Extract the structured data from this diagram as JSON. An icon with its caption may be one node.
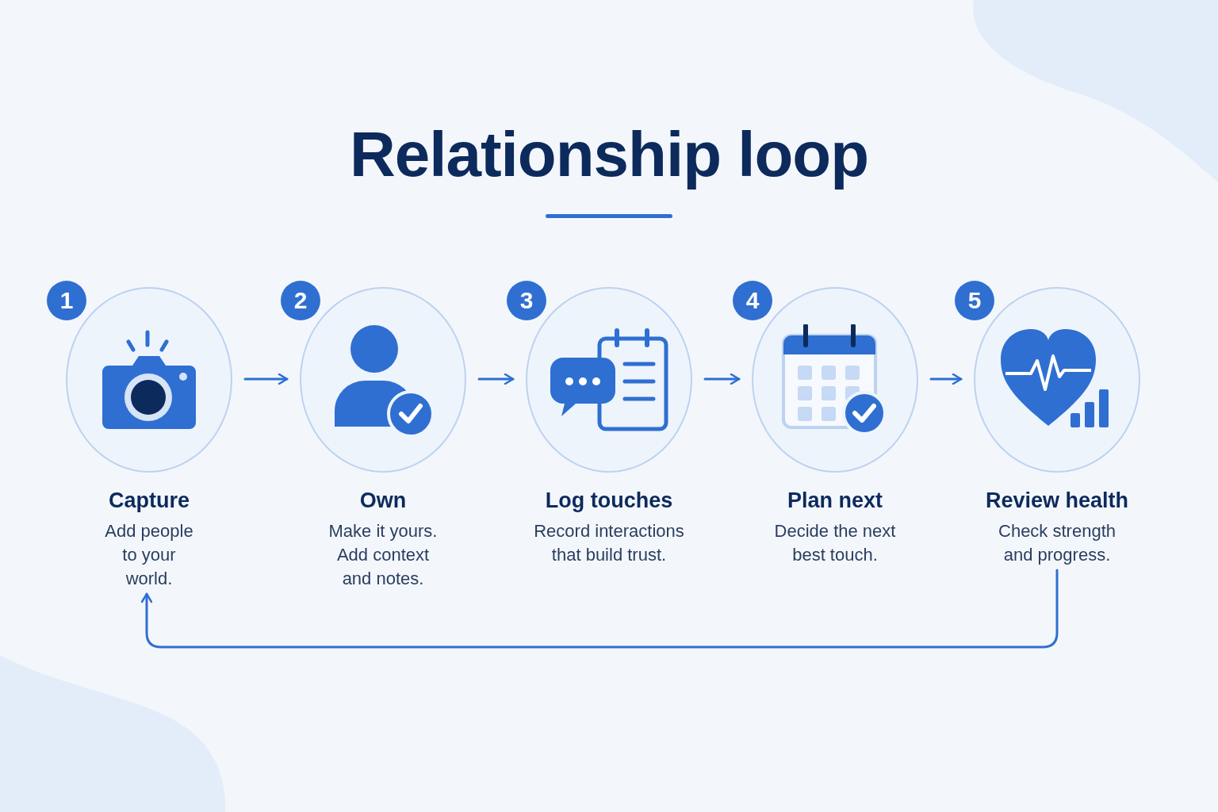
{
  "diagram": {
    "title": "Relationship loop",
    "nodes": [
      {
        "text": [
          "1",
          "Capture",
          "Add people to your world."
        ]
      },
      {
        "text": [
          "2",
          "Own",
          "Make it yours. Add context and notes."
        ]
      },
      {
        "text": [
          "3",
          "Log touches",
          "Record interactions that build trust."
        ]
      },
      {
        "text": [
          "4",
          "Plan next",
          "Decide the next best touch."
        ]
      },
      {
        "text": [
          "5",
          "Review health",
          "Check strength and progress."
        ]
      }
    ],
    "edges": [
      {
        "from": 0,
        "to": 1,
        "arrow": "to"
      },
      {
        "from": 1,
        "to": 2,
        "arrow": "to"
      },
      {
        "from": 2,
        "to": 3,
        "arrow": "to"
      },
      {
        "from": 3,
        "to": 4,
        "arrow": "to"
      },
      {
        "from": 4,
        "to": 0,
        "arrow": "to"
      }
    ]
  }
}
